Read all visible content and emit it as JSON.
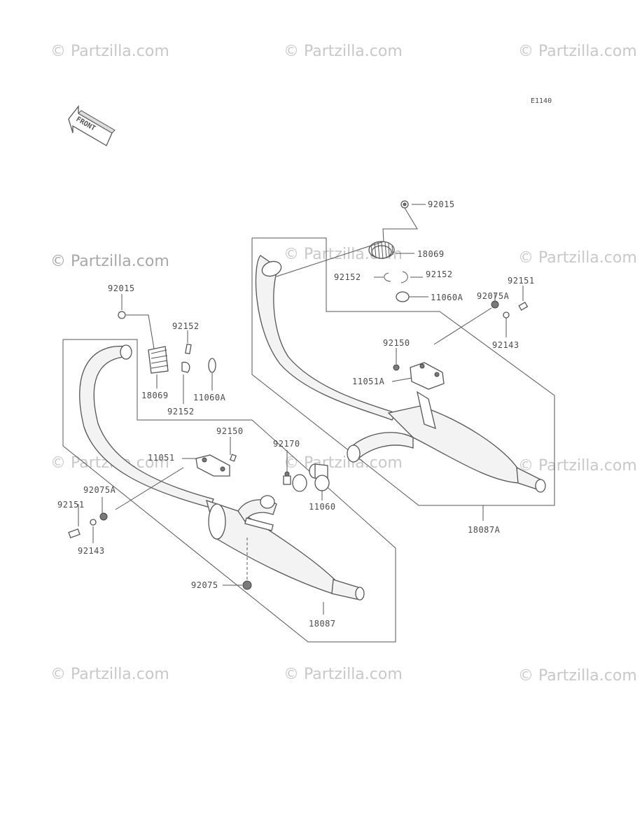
{
  "diagram_ref": "E1140",
  "front_label": "FRONT",
  "watermark": "© Partzilla.com",
  "labels": {
    "p92015_top": "92015",
    "p18069_top": "18069",
    "p92152_top_right": "92152",
    "p92152_top_left": "92152",
    "p11060A_top": "11060A",
    "p92075A_top": "92075A",
    "p92151_top": "92151",
    "p92143_top": "92143",
    "p92150_top": "92150",
    "p11051A": "11051A",
    "p18087A": "18087A",
    "p92015_left": "92015",
    "p92152_left_top": "92152",
    "p18069_left": "18069",
    "p92152_left_bottom": "92152",
    "p11060A_left": "11060A",
    "p92150_left": "92150",
    "p92170": "92170",
    "p11051": "11051",
    "p92075A_left": "92075A",
    "p92151_left": "92151",
    "p11060": "11060",
    "p92143_left": "92143",
    "p92075": "92075",
    "p18087": "18087"
  }
}
